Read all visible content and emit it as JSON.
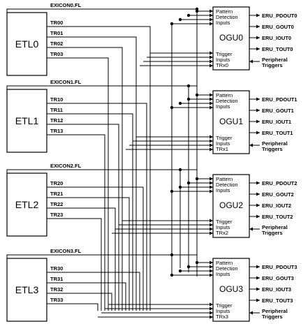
{
  "etl": [
    {
      "label": "ETL0",
      "exicon": "EXICON0.FL",
      "tr": [
        "TR00",
        "TR01",
        "TR02",
        "TR03"
      ]
    },
    {
      "label": "ETL1",
      "exicon": "EXICON1.FL",
      "tr": [
        "TR10",
        "TR11",
        "TR12",
        "TR13"
      ]
    },
    {
      "label": "ETL2",
      "exicon": "EXICON2.FL",
      "tr": [
        "TR20",
        "TR21",
        "TR22",
        "TR23"
      ]
    },
    {
      "label": "ETL3",
      "exicon": "EXICON3.FL",
      "tr": [
        "TR30",
        "TR31",
        "TR32",
        "TR33"
      ]
    }
  ],
  "ogu": [
    {
      "label": "OGU0",
      "pattern": [
        "Pattern",
        "Detection",
        "Inputs"
      ],
      "trigger": [
        "Trigger",
        "Inputs",
        "TRx0"
      ],
      "outputs": [
        "ERU_PDOUT0",
        "ERU_GOUT0",
        "ERU_IOUT0",
        "ERU_TOUT0"
      ],
      "peripheral": [
        "Peripheral",
        "Triggers"
      ]
    },
    {
      "label": "OGU1",
      "pattern": [
        "Pattern",
        "Detection",
        "Inputs"
      ],
      "trigger": [
        "Trigger",
        "Inputs",
        "TRx1"
      ],
      "outputs": [
        "ERU_PDOUT1",
        "ERU_GOUT1",
        "ERU_IOUT1",
        "ERU_TOUT1"
      ],
      "peripheral": [
        "Peripheral",
        "Triggers"
      ]
    },
    {
      "label": "OGU2",
      "pattern": [
        "Pattern",
        "Detection",
        "Inputs"
      ],
      "trigger": [
        "Trigger",
        "Inputs",
        "TRx2"
      ],
      "outputs": [
        "ERU_PDOUT2",
        "ERU_GOUT2",
        "ERU_IOUT2",
        "ERU_TOUT2"
      ],
      "peripheral": [
        "Peripheral",
        "Triggers"
      ]
    },
    {
      "label": "OGU3",
      "pattern": [
        "Pattern",
        "Detection",
        "Inputs"
      ],
      "trigger": [
        "Trigger",
        "Inputs",
        "TRx3"
      ],
      "outputs": [
        "ERU_PDOUT3",
        "ERU_GOUT3",
        "ERU_IOUT3",
        "ERU_TOUT3"
      ],
      "peripheral": [
        "Peripheral",
        "Triggers"
      ]
    }
  ]
}
